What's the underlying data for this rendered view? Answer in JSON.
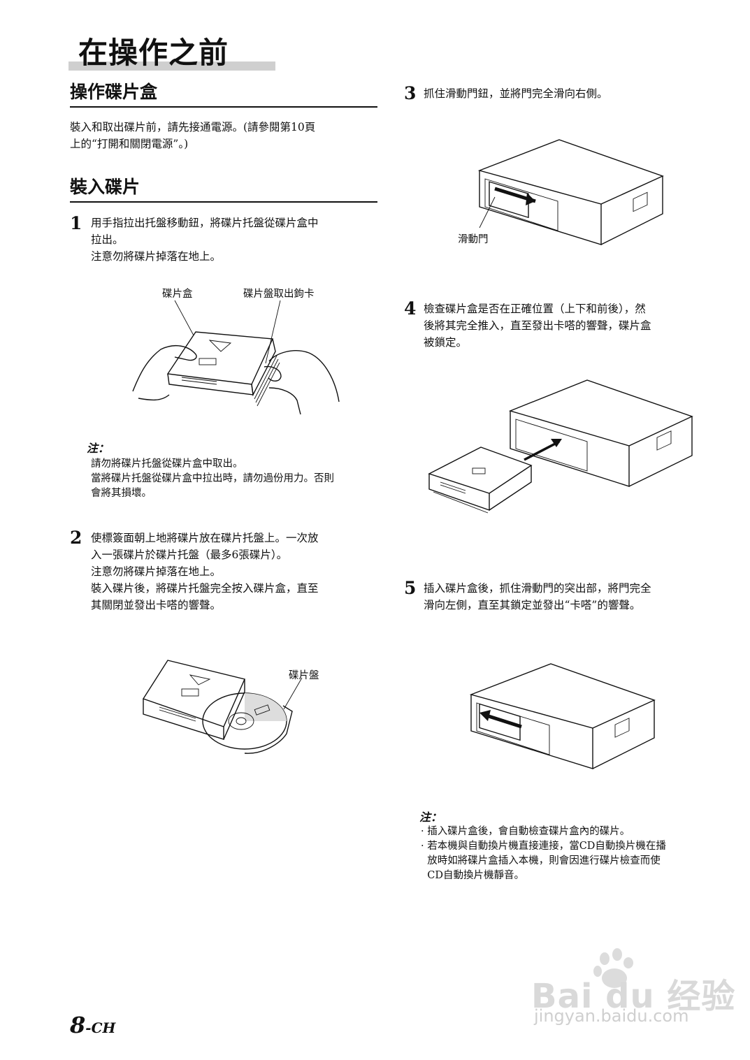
{
  "page_title": "在操作之前",
  "section_cartridge": {
    "heading": "操作碟片盒",
    "intro_line1": "裝入和取出碟片前，請先接通電源。(請參閱第10頁",
    "intro_line2": "上的“打開和關閉電源”。)"
  },
  "section_loading": {
    "heading": "裝入碟片"
  },
  "steps": [
    {
      "num": "1",
      "lines": [
        "用手指拉出托盤移動鈕，將碟片托盤從碟片盒中",
        "拉出。",
        "注意勿將碟片掉落在地上。"
      ]
    },
    {
      "num": "2",
      "lines": [
        "使標簽面朝上地將碟片放在碟片托盤上。一次放",
        "入一張碟片於碟片托盤（最多6張碟片）。",
        "注意勿將碟片掉落在地上。",
        "裝入碟片後，將碟片托盤完全按入碟片盒，直至",
        "其關閉並發出卡嗒的響聲。"
      ]
    },
    {
      "num": "3",
      "lines": [
        "抓住滑動門鈕，並將門完全滑向右側。"
      ]
    },
    {
      "num": "4",
      "lines": [
        "檢查碟片盒是否在正確位置（上下和前後），然",
        "後將其完全推入，直至發出卡嗒的響聲，碟片盒",
        "被鎖定。"
      ]
    },
    {
      "num": "5",
      "lines": [
        "插入碟片盒後，抓住滑動門的突出部，將門完全",
        "滑向左側，直至其鎖定並發出“卡嗒”的響聲。"
      ]
    }
  ],
  "figure_labels": {
    "cartridge": "碟片盒",
    "tray_hook": "碟片盤取出鉤卡",
    "tray": "碟片盤",
    "slide_door": "滑動門"
  },
  "note1": {
    "label": "注：",
    "lines": [
      "請勿將碟片托盤從碟片盒中取出。",
      "當將碟片托盤從碟片盒中拉出時，請勿過份用力。否則",
      "會將其損壞。"
    ]
  },
  "note2": {
    "label": "注：",
    "lines": [
      "· 插入碟片盒後，會自動檢查碟片盒內的碟片。",
      "· 若本機與自動換片機直接連接，當CD自動換片機在播",
      "  放時如將碟片盒插入本機，則會因進行碟片檢查而使",
      "  CD自動換片機靜音。"
    ]
  },
  "footer": {
    "page_num": "8",
    "page_suffix": "-CH"
  },
  "watermark": {
    "logo": "Bai du 经验",
    "url": "jingyan.baidu.com"
  }
}
